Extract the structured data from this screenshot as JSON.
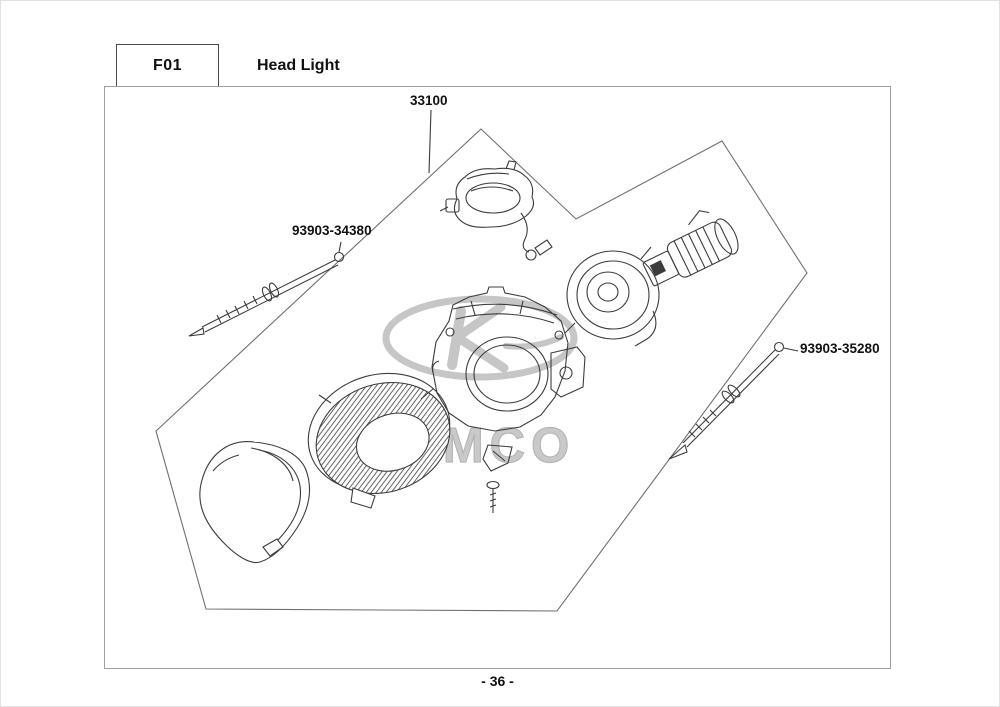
{
  "header": {
    "section_code": "F01",
    "title": "Head Light"
  },
  "diagram": {
    "callouts": [
      {
        "part_no": "33100"
      },
      {
        "part_no": "93903-34380"
      },
      {
        "part_no": "93903-35280"
      }
    ],
    "watermark_text": "KYMCO"
  },
  "footer": {
    "page_number": "- 36 -"
  },
  "colors": {
    "line_art": "#3c3c3c",
    "boundary": "#6f6f6f",
    "frame_border": "#9f9f9f",
    "watermark": "#c6c6c6",
    "text": "#111111",
    "background": "#ffffff"
  }
}
